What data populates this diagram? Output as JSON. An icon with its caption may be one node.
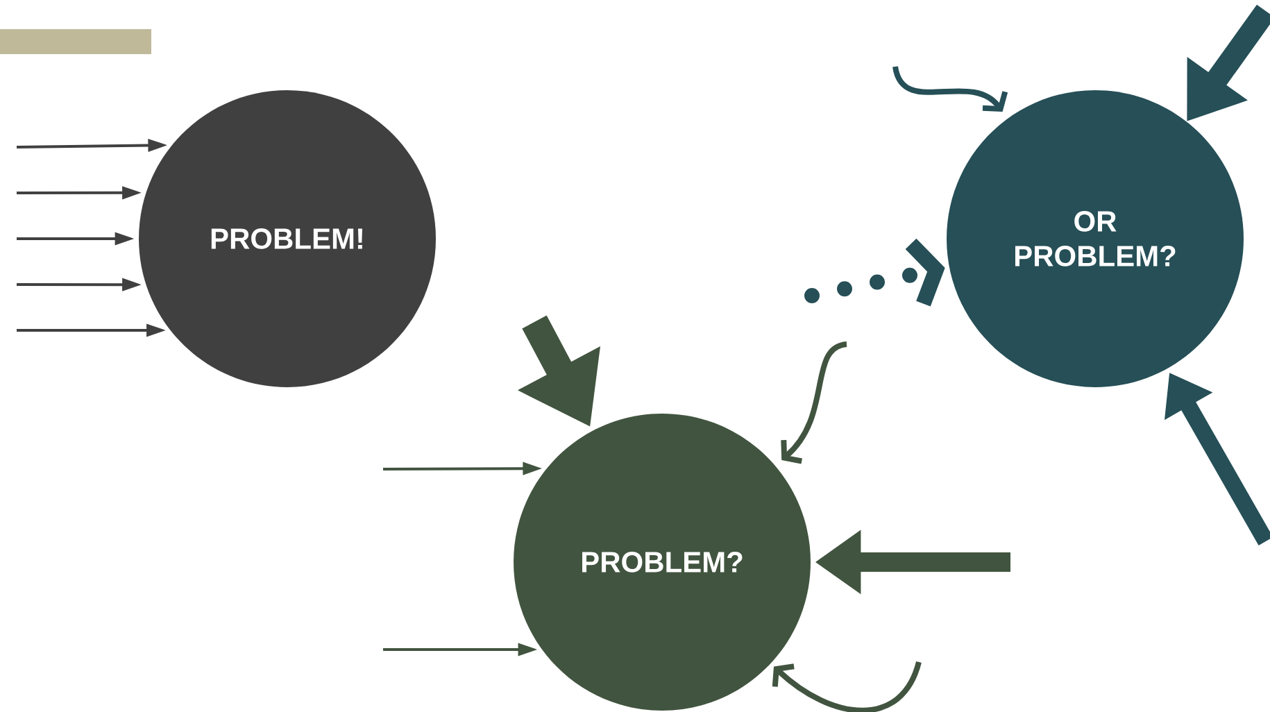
{
  "diagram": {
    "nodes": [
      {
        "text": [
          "PROBLEM!"
        ]
      },
      {
        "text": [
          "OR PROBLEM?"
        ]
      },
      {
        "text": [
          "PROBLEM?"
        ]
      }
    ],
    "edges": [
      {
        "from": null,
        "to": 0,
        "arrow": "to",
        "color": "#404040"
      },
      {
        "from": null,
        "to": 0,
        "arrow": "to",
        "color": "#404040"
      },
      {
        "from": null,
        "to": 0,
        "arrow": "to",
        "color": "#404040"
      },
      {
        "from": null,
        "to": 0,
        "arrow": "to",
        "color": "#404040"
      },
      {
        "from": null,
        "to": 0,
        "arrow": "to",
        "color": "#404040"
      },
      {
        "from": null,
        "to": 1,
        "arrow": "to",
        "color": "#264f57"
      },
      {
        "from": null,
        "to": 1,
        "arrow": "to",
        "style": "thick",
        "color": "#264f57"
      },
      {
        "from": null,
        "to": 1,
        "arrow": "to",
        "style": "dashed",
        "color": "#264f57"
      },
      {
        "from": null,
        "to": 1,
        "arrow": "to",
        "style": "thick",
        "color": "#264f57"
      },
      {
        "from": null,
        "to": 2,
        "arrow": "to",
        "style": "thick"
      },
      {
        "from": null,
        "to": 2,
        "arrow": "to"
      },
      {
        "from": null,
        "to": 2,
        "arrow": "to"
      },
      {
        "from": null,
        "to": 2,
        "arrow": "to"
      },
      {
        "from": null,
        "to": 2,
        "arrow": "to",
        "style": "thick"
      },
      {
        "from": null,
        "to": 2,
        "arrow": "to"
      }
    ]
  }
}
